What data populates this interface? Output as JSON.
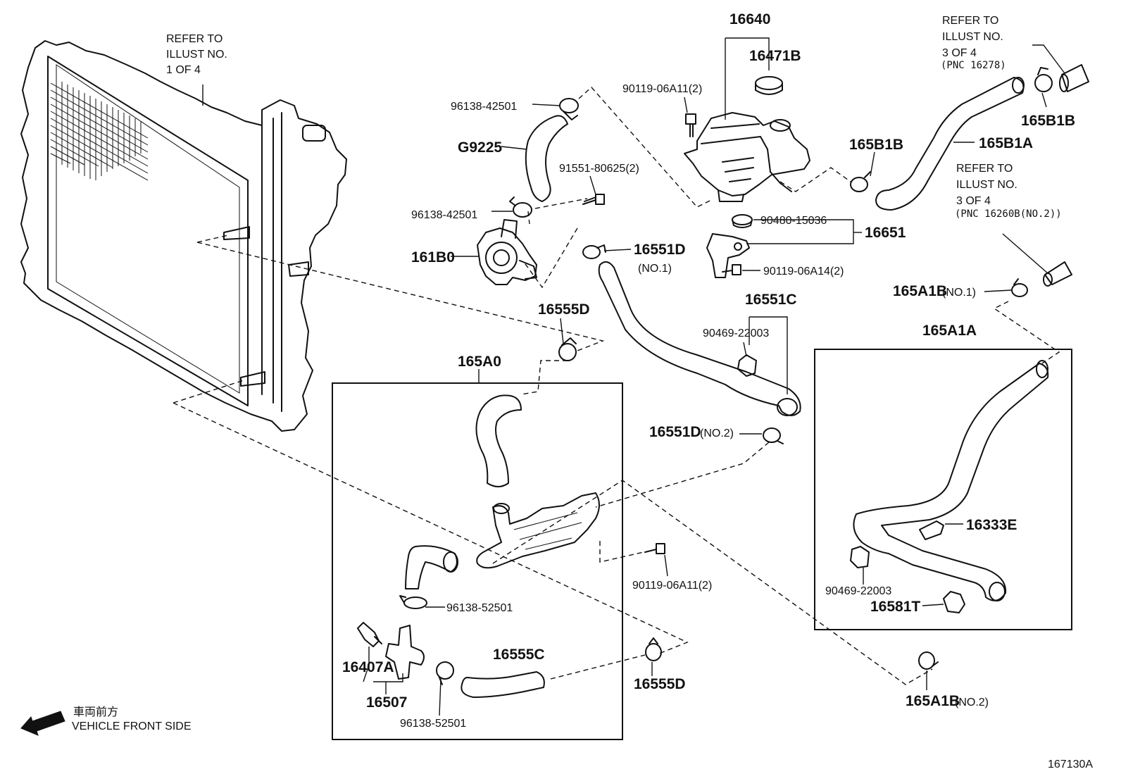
{
  "refs": {
    "radiator": [
      "REFER TO",
      "ILLUST NO.",
      "1 OF 4"
    ],
    "top_right": [
      "REFER TO",
      "ILLUST NO.",
      "3 OF 4",
      "(PNC 16278)"
    ],
    "mid_right": [
      "REFER TO",
      "ILLUST NO.",
      "3 OF 4",
      "(PNC 16260B(NO.2))"
    ]
  },
  "labels": {
    "p16640": "16640",
    "p16471B": "16471B",
    "p90119_06A11_top": "90119-06A11(2)",
    "p96138_42501_top": "96138-42501",
    "pG9225": "G9225",
    "p91551_80625": "91551-80625(2)",
    "p96138_42501_bot": "96138-42501",
    "p161B0": "161B0",
    "p16551D_no1": "16551D",
    "no1": "(NO.1)",
    "p90480_15036": "90480-15036",
    "p16651": "16651",
    "p90119_06A14": "90119-06A14(2)",
    "p165B1B_left": "165B1B",
    "p165B1A": "165B1A",
    "p165B1B_right": "165B1B",
    "p165A1B_no1": "165A1B",
    "no1_b": "(NO.1)",
    "p165A1A": "165A1A",
    "p16551C": "16551C",
    "p90469_22003_top": "90469-22003",
    "p16555D_top": "16555D",
    "p165A0": "165A0",
    "p16551D_no2": "16551D",
    "no2": "(NO.2)",
    "p16333E": "16333E",
    "p90469_22003_bot": "90469-22003",
    "p16581T": "16581T",
    "p90119_06A11_bot": "90119-06A11(2)",
    "p96138_52501_top": "96138-52501",
    "p16407A": "16407A",
    "p16507": "16507",
    "p16555C": "16555C",
    "p16555D_bot": "16555D",
    "p96138_52501_bot": "96138-52501",
    "p165A1B_no2": "165A1B",
    "no2_b": "(NO.2)"
  },
  "footer": {
    "direction_jp": "車両前方",
    "direction_en": "VEHICLE FRONT SIDE",
    "illustration_id": "167130A"
  }
}
